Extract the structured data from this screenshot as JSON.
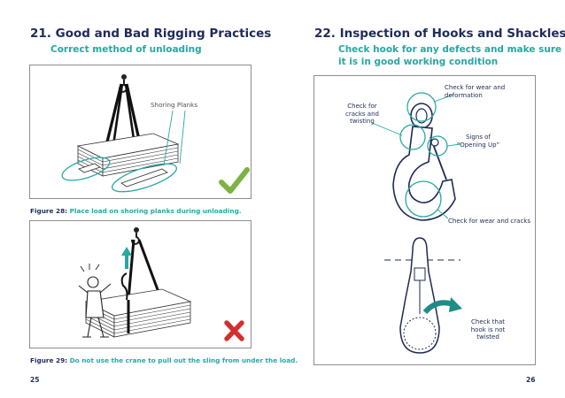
{
  "left_page": {
    "title": "21.  Good and Bad Rigging Practices",
    "subtitle": "Correct method of unloading",
    "figure1": {
      "annotation": "Shoring Planks",
      "caption_label": "Figure 28:",
      "caption_text": "Place load on shoring planks during unloading."
    },
    "figure2": {
      "caption_label": "Figure 29:",
      "caption_text": "Do not use the crane to pull out the sling from under the load."
    },
    "page_number": "25"
  },
  "right_page": {
    "title": "22.  Inspection of Hooks and Shackles",
    "subtitle_line1": "Check hook for any defects and make sure",
    "subtitle_line2": "it is in good working condition",
    "notes": {
      "wear_deformation": "Check for wear and deformation",
      "cracks_twisting": "Check for cracks and twisting",
      "opening_up": "Signs of “Opening Up”",
      "wear_cracks": "Check for wear and cracks",
      "not_twisted": "Check that hook is not twisted"
    },
    "page_number": "26"
  },
  "colors": {
    "navy": "#1f2b5b",
    "teal": "#27a8a2",
    "check_green": "#7cb342",
    "cross_red": "#d32f2f"
  },
  "icons": [
    "check-mark-icon",
    "cross-mark-icon",
    "up-arrow-icon",
    "rotation-arrow-icon"
  ]
}
